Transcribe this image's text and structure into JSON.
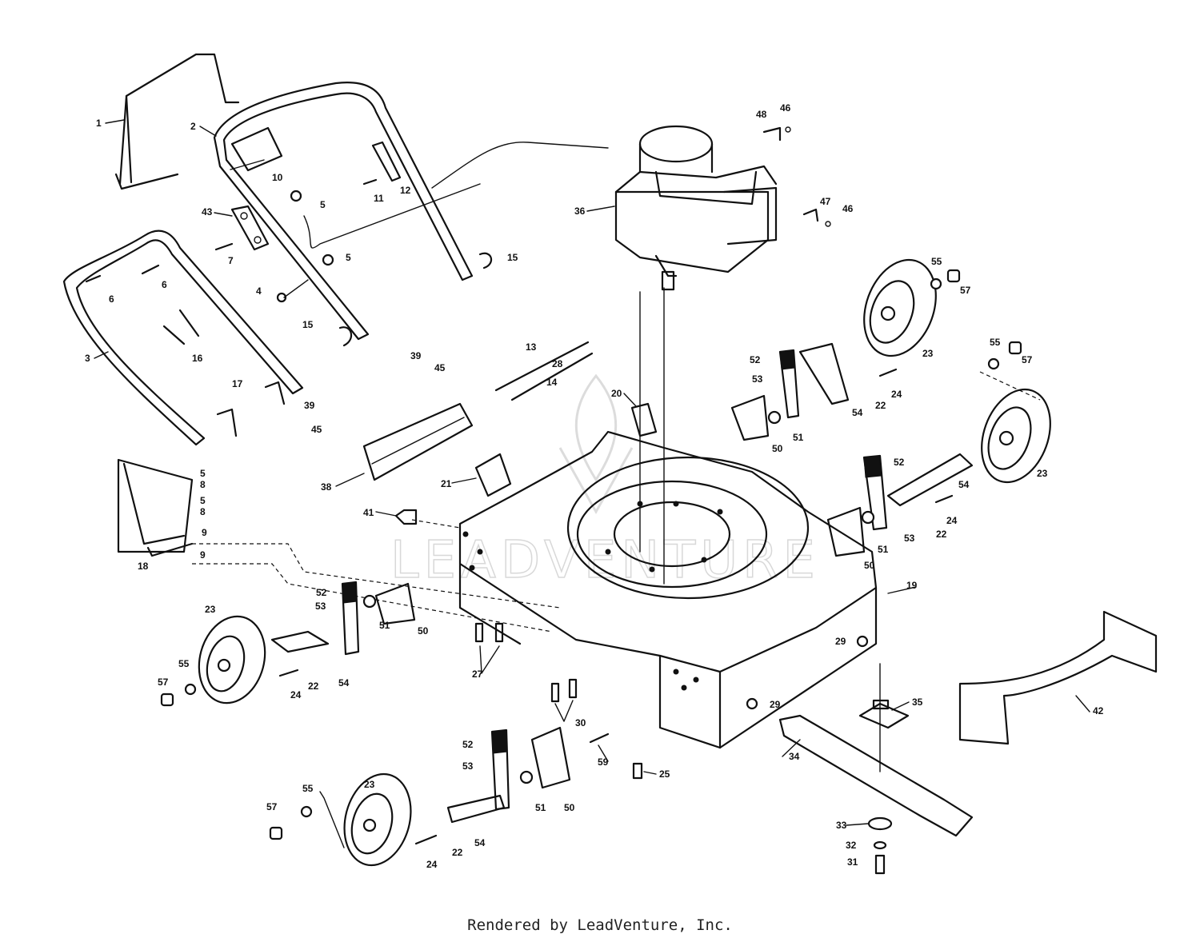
{
  "watermark": "LEADVENTURE",
  "footer": "Rendered by LeadVenture, Inc.",
  "callouts": [
    {
      "id": "c1",
      "text": "1"
    },
    {
      "id": "c2",
      "text": "2"
    },
    {
      "id": "c3",
      "text": "3"
    },
    {
      "id": "c4",
      "text": "4"
    },
    {
      "id": "c5a",
      "text": "5"
    },
    {
      "id": "c5b",
      "text": "5"
    },
    {
      "id": "c5c",
      "text": "5"
    },
    {
      "id": "c5d",
      "text": "5"
    },
    {
      "id": "c6a",
      "text": "6"
    },
    {
      "id": "c6b",
      "text": "6"
    },
    {
      "id": "c7",
      "text": "7"
    },
    {
      "id": "c8a",
      "text": "8"
    },
    {
      "id": "c8b",
      "text": "8"
    },
    {
      "id": "c9a",
      "text": "9"
    },
    {
      "id": "c9b",
      "text": "9"
    },
    {
      "id": "c10",
      "text": "10"
    },
    {
      "id": "c11",
      "text": "11"
    },
    {
      "id": "c12",
      "text": "12"
    },
    {
      "id": "c13",
      "text": "13"
    },
    {
      "id": "c14",
      "text": "14"
    },
    {
      "id": "c15a",
      "text": "15"
    },
    {
      "id": "c15b",
      "text": "15"
    },
    {
      "id": "c16",
      "text": "16"
    },
    {
      "id": "c17",
      "text": "17"
    },
    {
      "id": "c18",
      "text": "18"
    },
    {
      "id": "c19",
      "text": "19"
    },
    {
      "id": "c20",
      "text": "20"
    },
    {
      "id": "c21",
      "text": "21"
    },
    {
      "id": "c22a",
      "text": "22"
    },
    {
      "id": "c22b",
      "text": "22"
    },
    {
      "id": "c22c",
      "text": "22"
    },
    {
      "id": "c22d",
      "text": "22"
    },
    {
      "id": "c23a",
      "text": "23"
    },
    {
      "id": "c23b",
      "text": "23"
    },
    {
      "id": "c23c",
      "text": "23"
    },
    {
      "id": "c23d",
      "text": "23"
    },
    {
      "id": "c24a",
      "text": "24"
    },
    {
      "id": "c24b",
      "text": "24"
    },
    {
      "id": "c24c",
      "text": "24"
    },
    {
      "id": "c24d",
      "text": "24"
    },
    {
      "id": "c25",
      "text": "25"
    },
    {
      "id": "c27",
      "text": "27"
    },
    {
      "id": "c28",
      "text": "28"
    },
    {
      "id": "c29a",
      "text": "29"
    },
    {
      "id": "c29b",
      "text": "29"
    },
    {
      "id": "c30",
      "text": "30"
    },
    {
      "id": "c31",
      "text": "31"
    },
    {
      "id": "c32",
      "text": "32"
    },
    {
      "id": "c33",
      "text": "33"
    },
    {
      "id": "c34",
      "text": "34"
    },
    {
      "id": "c35",
      "text": "35"
    },
    {
      "id": "c36",
      "text": "36"
    },
    {
      "id": "c38",
      "text": "38"
    },
    {
      "id": "c39a",
      "text": "39"
    },
    {
      "id": "c39b",
      "text": "39"
    },
    {
      "id": "c41",
      "text": "41"
    },
    {
      "id": "c42",
      "text": "42"
    },
    {
      "id": "c43",
      "text": "43"
    },
    {
      "id": "c45a",
      "text": "45"
    },
    {
      "id": "c45b",
      "text": "45"
    },
    {
      "id": "c46a",
      "text": "46"
    },
    {
      "id": "c46b",
      "text": "46"
    },
    {
      "id": "c47",
      "text": "47"
    },
    {
      "id": "c48",
      "text": "48"
    },
    {
      "id": "c50a",
      "text": "50"
    },
    {
      "id": "c50b",
      "text": "50"
    },
    {
      "id": "c50c",
      "text": "50"
    },
    {
      "id": "c50d",
      "text": "50"
    },
    {
      "id": "c51a",
      "text": "51"
    },
    {
      "id": "c51b",
      "text": "51"
    },
    {
      "id": "c51c",
      "text": "51"
    },
    {
      "id": "c51d",
      "text": "51"
    },
    {
      "id": "c52a",
      "text": "52"
    },
    {
      "id": "c52b",
      "text": "52"
    },
    {
      "id": "c52c",
      "text": "52"
    },
    {
      "id": "c52d",
      "text": "52"
    },
    {
      "id": "c53a",
      "text": "53"
    },
    {
      "id": "c53b",
      "text": "53"
    },
    {
      "id": "c53c",
      "text": "53"
    },
    {
      "id": "c53d",
      "text": "53"
    },
    {
      "id": "c54a",
      "text": "54"
    },
    {
      "id": "c54b",
      "text": "54"
    },
    {
      "id": "c54c",
      "text": "54"
    },
    {
      "id": "c54d",
      "text": "54"
    },
    {
      "id": "c55a",
      "text": "55"
    },
    {
      "id": "c55b",
      "text": "55"
    },
    {
      "id": "c55c",
      "text": "55"
    },
    {
      "id": "c55d",
      "text": "55"
    },
    {
      "id": "c57a",
      "text": "57"
    },
    {
      "id": "c57b",
      "text": "57"
    },
    {
      "id": "c57c",
      "text": "57"
    },
    {
      "id": "c57d",
      "text": "57"
    },
    {
      "id": "c59",
      "text": "59"
    }
  ]
}
